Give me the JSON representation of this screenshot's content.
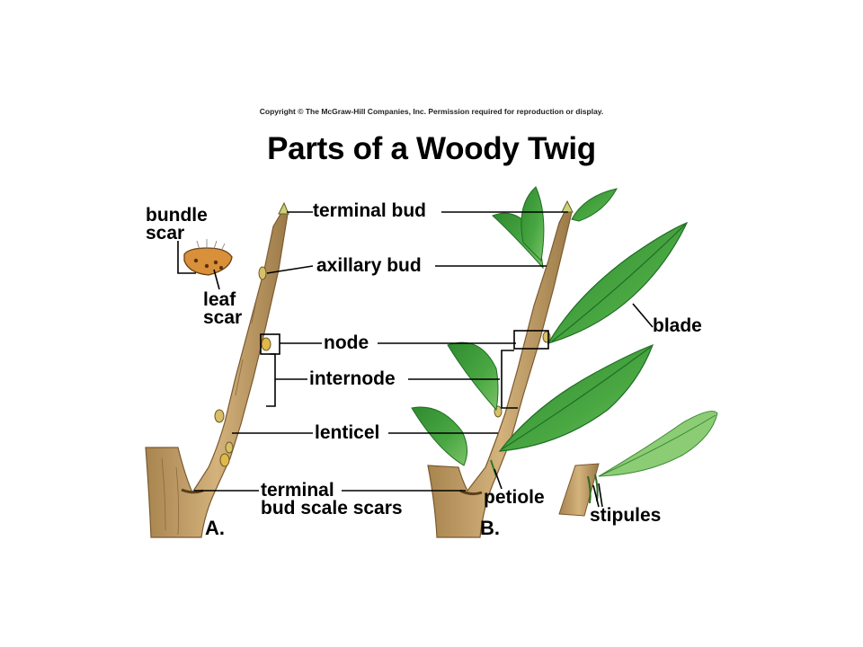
{
  "copyright": "Copyright © The McGraw-Hill Companies, Inc. Permission required for reproduction or display.",
  "title": "Parts of a Woody Twig",
  "labels": {
    "terminal_bud": "terminal bud",
    "bundle_scar_1": "bundle",
    "bundle_scar_2": "scar",
    "axillary_bud": "axillary bud",
    "leaf_scar_1": "leaf",
    "leaf_scar_2": "scar",
    "node": "node",
    "internode": "internode",
    "lenticel": "lenticel",
    "terminal_bud_scale_scars_1": "terminal",
    "terminal_bud_scale_scars_2": "bud scale scars",
    "blade": "blade",
    "petiole": "petiole",
    "stipules": "stipules"
  },
  "panels": {
    "a": "A.",
    "b": "B."
  },
  "colors": {
    "bark": "#c9a672",
    "bark_dark": "#8a6a3e",
    "leaf": "#3f9a3a",
    "leaf_dark": "#1f6d23",
    "leaf_light": "#7fc46b",
    "bud": "#e0b94a",
    "line": "#000000"
  }
}
